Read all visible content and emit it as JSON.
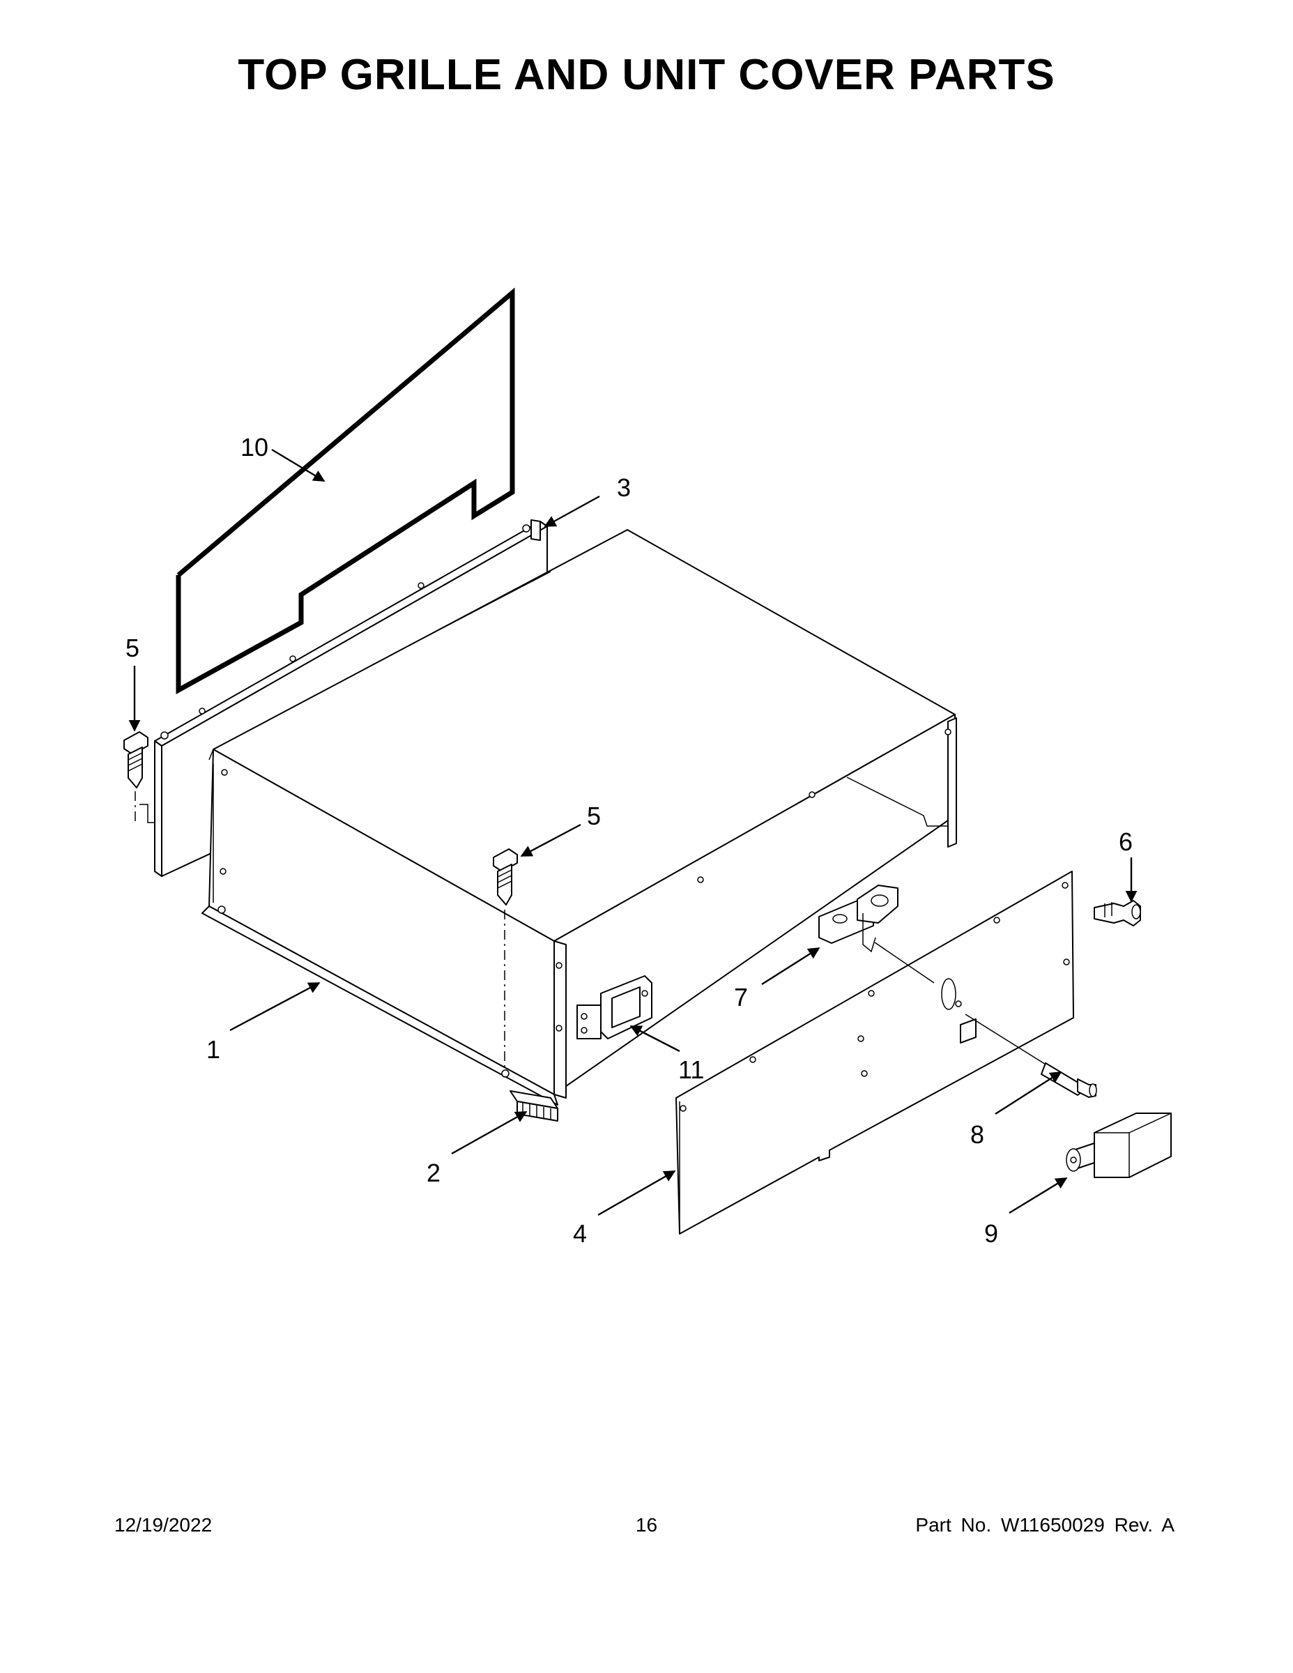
{
  "title": "TOP GRILLE AND UNIT COVER PARTS",
  "callouts": {
    "c1": "1",
    "c2": "2",
    "c3": "3",
    "c4": "4",
    "c5a": "5",
    "c5b": "5",
    "c6": "6",
    "c7": "7",
    "c8": "8",
    "c9": "9",
    "c10": "10",
    "c11": "11"
  },
  "footer": {
    "date": "12/19/2022",
    "page": "16",
    "part_number": "Part No.  W11650029  Rev.  A"
  }
}
